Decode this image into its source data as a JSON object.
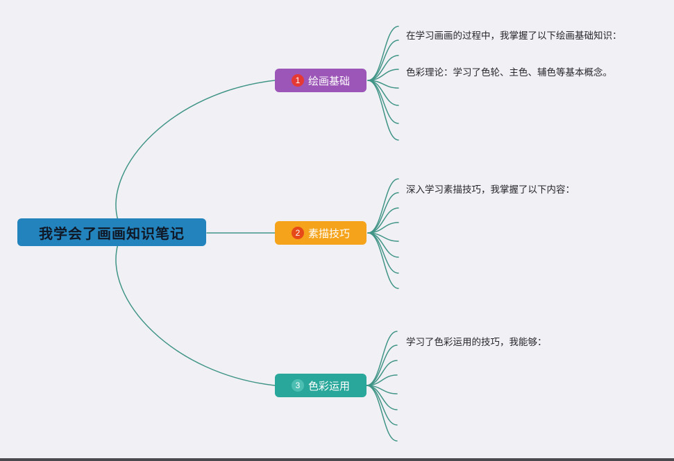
{
  "canvas": {
    "background_color": "#f1f0f5",
    "connector_color": "#3f9486",
    "bottom_edge_color": "#4a4a4e"
  },
  "central": {
    "label": "我学会了画画知识笔记",
    "color": "#2383bd"
  },
  "branches": [
    {
      "badge": "1",
      "label": "绘画基础",
      "color": "#9c56b8",
      "badge_color": "#e53935",
      "notes": [
        "在学习画画的过程中，我掌握了以下绘画基础知识：",
        "色彩理论：学习了色轮、主色、辅色等基本概念。"
      ]
    },
    {
      "badge": "2",
      "label": "素描技巧",
      "color": "#f5a31a",
      "badge_color": "#e64a19",
      "notes": [
        "深入学习素描技巧，我掌握了以下内容："
      ]
    },
    {
      "badge": "3",
      "label": "色彩运用",
      "color": "#2aa79b",
      "badge_color": "#4dbfb2",
      "notes": [
        "学习了色彩运用的技巧，我能够："
      ]
    }
  ]
}
